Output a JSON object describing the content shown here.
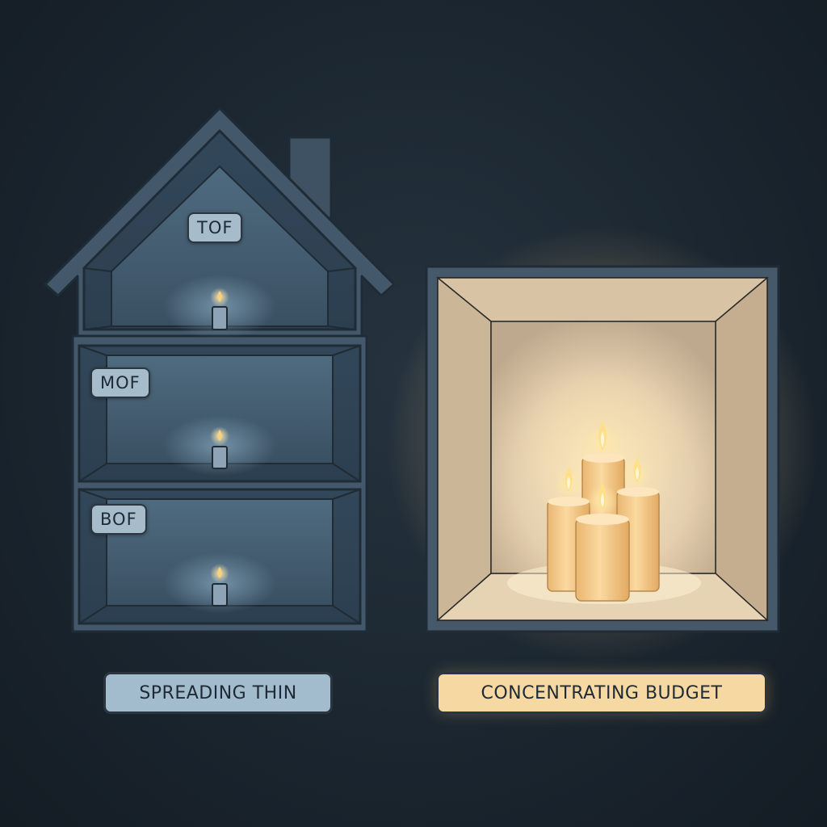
{
  "floors": [
    {
      "label": "TOF"
    },
    {
      "label": "MOF"
    },
    {
      "label": "BOF"
    }
  ],
  "captions": {
    "left": "SPREADING THIN",
    "right": "CONCENTRATING BUDGET"
  },
  "colors": {
    "background": "#1b2630",
    "house_outline": "#2a3640",
    "house_fill": "#435a6e",
    "room_glow": "#f6d9a2",
    "left_caption_bg": "#a3bccd",
    "right_caption_bg": "#f6d9a2",
    "flame": "#ffd27a"
  }
}
